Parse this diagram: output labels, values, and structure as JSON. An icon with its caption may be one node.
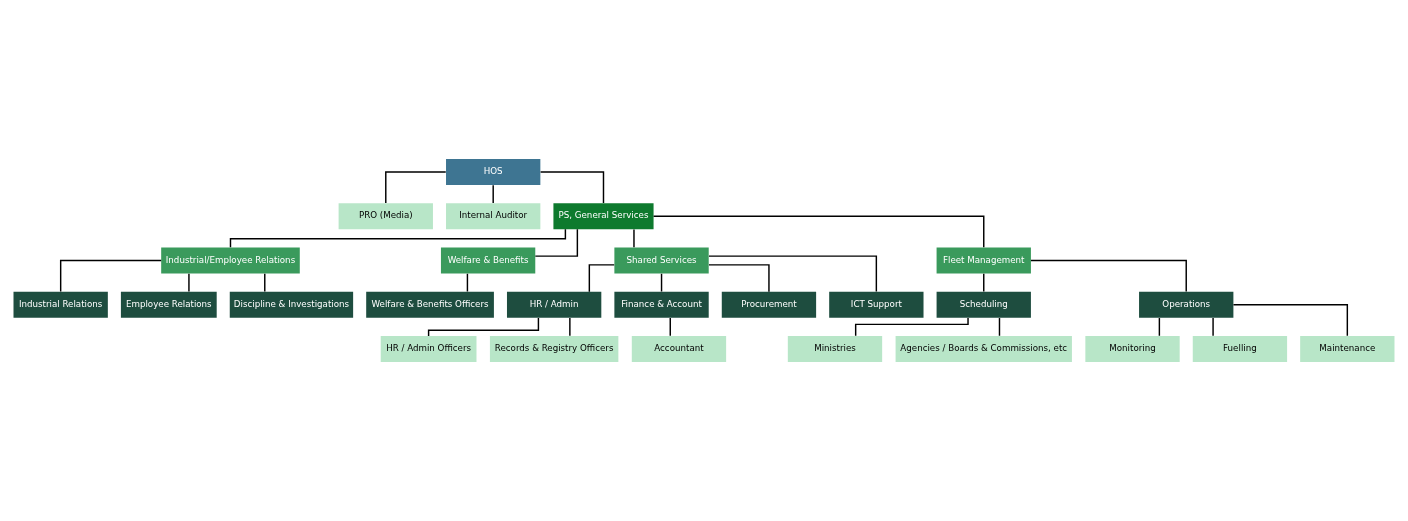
{
  "diagram": {
    "nodes": [
      {
        "text": [
          "HOS"
        ]
      },
      {
        "text": [
          "PRO (Media)"
        ]
      },
      {
        "text": [
          "Internal Auditor"
        ]
      },
      {
        "text": [
          "PS, General Services"
        ]
      },
      {
        "text": [
          "Industrial/Employee Relations"
        ]
      },
      {
        "text": [
          "Welfare & Benefits"
        ]
      },
      {
        "text": [
          "Shared Services"
        ]
      },
      {
        "text": [
          "Fleet Management"
        ]
      },
      {
        "text": [
          "Industrial Relations"
        ]
      },
      {
        "text": [
          "Employee Relations"
        ]
      },
      {
        "text": [
          "Discipline & Investigations"
        ]
      },
      {
        "text": [
          "Welfare & Benefits Officers"
        ]
      },
      {
        "text": [
          "HR / Admin"
        ]
      },
      {
        "text": [
          "Finance & Account"
        ]
      },
      {
        "text": [
          "Procurement"
        ]
      },
      {
        "text": [
          "ICT Support"
        ]
      },
      {
        "text": [
          "HR / Admin Officers"
        ]
      },
      {
        "text": [
          "Records & Registry Officers"
        ]
      },
      {
        "text": [
          "Accountant"
        ]
      },
      {
        "text": [
          "Scheduling"
        ]
      },
      {
        "text": [
          "Operations"
        ]
      },
      {
        "text": [
          "Ministries"
        ]
      },
      {
        "text": [
          "Agencies / Boards & Commissions, etc"
        ]
      },
      {
        "text": [
          "Monitoring"
        ]
      },
      {
        "text": [
          "Fuelling"
        ]
      },
      {
        "text": [
          "Maintenance"
        ]
      }
    ],
    "edges": [
      {
        "from": 0,
        "to": 1,
        "arrow": "none"
      },
      {
        "from": 0,
        "to": 2,
        "arrow": "none"
      },
      {
        "from": 0,
        "to": 3,
        "arrow": "none"
      },
      {
        "from": 3,
        "to": 4,
        "arrow": "none"
      },
      {
        "from": 3,
        "to": 5,
        "arrow": "none"
      },
      {
        "from": 3,
        "to": 6,
        "arrow": "none"
      },
      {
        "from": 3,
        "to": 7,
        "arrow": "none"
      },
      {
        "from": 4,
        "to": 8,
        "arrow": "none"
      },
      {
        "from": 4,
        "to": 9,
        "arrow": "none"
      },
      {
        "from": 4,
        "to": 10,
        "arrow": "none"
      },
      {
        "from": 5,
        "to": 11,
        "arrow": "none"
      },
      {
        "from": 6,
        "to": 12,
        "arrow": "none"
      },
      {
        "from": 6,
        "to": 13,
        "arrow": "none"
      },
      {
        "from": 6,
        "to": 14,
        "arrow": "none"
      },
      {
        "from": 6,
        "to": 15,
        "arrow": "none"
      },
      {
        "from": 12,
        "to": 16,
        "arrow": "none"
      },
      {
        "from": 12,
        "to": 17,
        "arrow": "none"
      },
      {
        "from": 13,
        "to": 18,
        "arrow": "none"
      },
      {
        "from": 7,
        "to": 19,
        "arrow": "none"
      },
      {
        "from": 7,
        "to": 20,
        "arrow": "none"
      },
      {
        "from": 19,
        "to": 21,
        "arrow": "none"
      },
      {
        "from": 19,
        "to": 22,
        "arrow": "none"
      },
      {
        "from": 20,
        "to": 23,
        "arrow": "none"
      },
      {
        "from": 20,
        "to": 24,
        "arrow": "none"
      },
      {
        "from": 20,
        "to": 25,
        "arrow": "none"
      }
    ]
  }
}
